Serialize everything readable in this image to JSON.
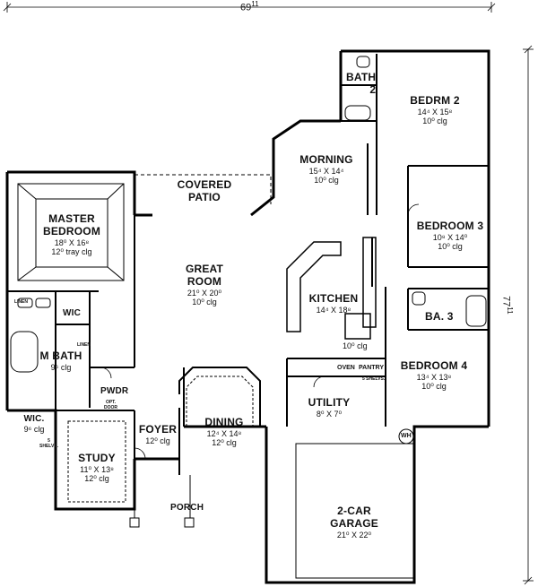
{
  "dimensions": {
    "width": "69",
    "width_sup": "11",
    "depth": "77",
    "depth_sup": "11"
  },
  "rooms": {
    "bath2": {
      "name": "BATH",
      "num": "2"
    },
    "bedrm2": {
      "name": "BEDRM 2",
      "size": "14⁴ X 15⁸",
      "clg": "10⁰ clg"
    },
    "morning": {
      "name": "MORNING",
      "size": "15⁴ X 14⁴",
      "clg": "10⁰ clg"
    },
    "covered_patio": {
      "line1": "COVERED",
      "line2": "PATIO"
    },
    "master": {
      "line1": "MASTER",
      "line2": "BEDROOM",
      "size": "18⁰ X 16⁸",
      "clg": "12⁰ tray clg"
    },
    "bedroom3": {
      "name": "BEDROOM 3",
      "size": "10⁸ X 14⁰",
      "clg": "10⁰ clg"
    },
    "great_room": {
      "line1": "GREAT",
      "line2": "ROOM",
      "size": "21⁰ X 20⁰",
      "clg": "10⁰ clg"
    },
    "kitchen": {
      "name": "KITCHEN",
      "size": "14⁴ X 18⁸",
      "clg": "10⁰ clg"
    },
    "ba3": {
      "name": "BA. 3"
    },
    "wic": {
      "name": "WIC"
    },
    "mbath": {
      "name": "M BATH",
      "clg": "9⁶ clg"
    },
    "linen": {
      "label": "LINEN"
    },
    "linen2": {
      "label": "LINEN"
    },
    "bedroom4": {
      "name": "BEDROOM 4",
      "size": "13⁴ X 13⁸",
      "clg": "10⁰ clg"
    },
    "oven": {
      "label": "OVEN"
    },
    "pantry": {
      "label": "PANTRY"
    },
    "shelves": {
      "label": "5 SHELVS."
    },
    "pwdr": {
      "name": "PWDR"
    },
    "opt_door": {
      "line1": "OPT.",
      "line2": "DOOR"
    },
    "utility": {
      "name": "UTILITY",
      "size": "8⁰ X 7⁰"
    },
    "dining": {
      "name": "DINING",
      "size": "12⁴ X 14⁸",
      "clg": "12⁰ clg"
    },
    "wic2": {
      "name": "WIC.",
      "clg": "9⁶ clg"
    },
    "shelvs": {
      "line1": "5",
      "line2": "SHELVS."
    },
    "foyer": {
      "name": "FOYER",
      "clg": "12⁰ clg"
    },
    "wh": {
      "label": "WH"
    },
    "study": {
      "name": "STUDY",
      "size": "11⁰ X 13⁸",
      "clg": "12⁰ clg"
    },
    "porch": {
      "name": "PORCH"
    },
    "garage": {
      "name": "2-CAR",
      "name2": "GARAGE",
      "size": "21⁰ X 22⁰"
    }
  }
}
